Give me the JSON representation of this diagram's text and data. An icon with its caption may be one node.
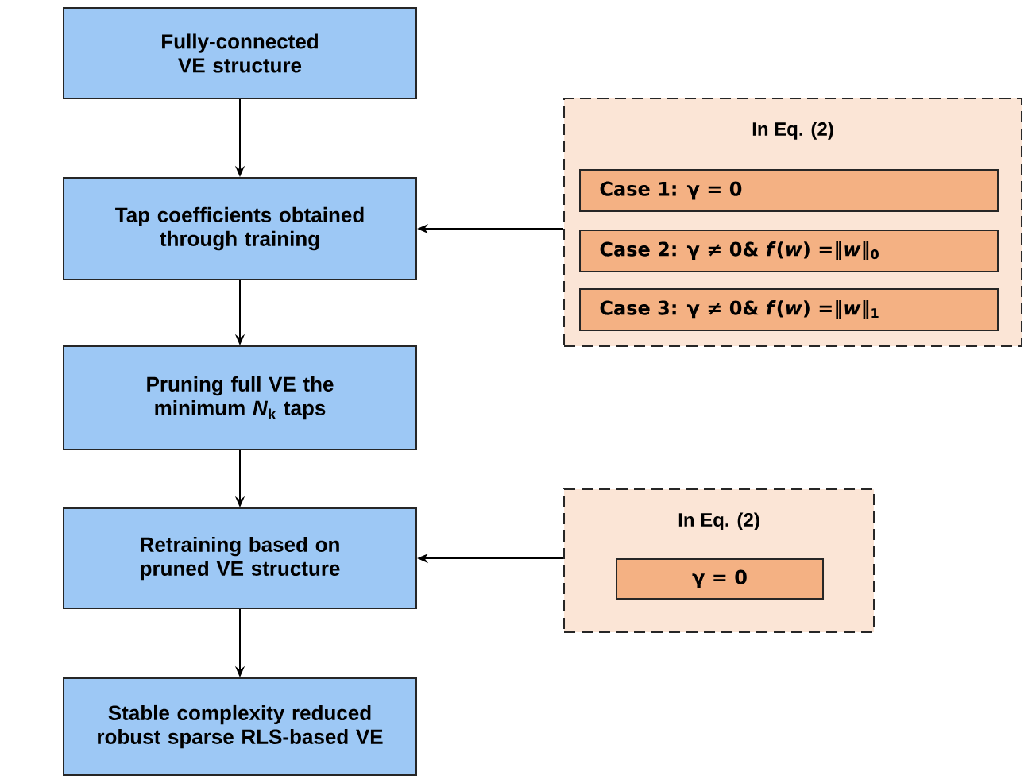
{
  "diagram": {
    "nodes": [
      {
        "text": [
          "Fully-connected VE structure"
        ]
      },
      {
        "text": [
          "Tap coefficients obtained through training"
        ]
      },
      {
        "text": [
          "Pruning full VE the minimum *N*$_{k}$ taps"
        ]
      },
      {
        "text": [
          "Retraining based on pruned VE structure"
        ]
      },
      {
        "text": [
          "Stable complexity reduced robust sparse RLS-based VE"
        ]
      },
      {
        "text": [
          "In Eq. (2)"
        ]
      },
      {
        "text": [
          "Case 1: γ = 0"
        ],
        "in": 5
      },
      {
        "text": [
          "Case 2: γ ≠ 0& *f*(*w*) =‖*w*‖$_{0}$"
        ],
        "in": 5
      },
      {
        "text": [
          "Case 3: γ ≠ 0& *f*(*w*) =‖*w*‖$_{1}$"
        ],
        "in": 5
      },
      {
        "text": [
          "In Eq. (2)"
        ]
      },
      {
        "text": [
          "γ = 0"
        ],
        "in": 9
      }
    ],
    "edges": [
      {
        "from": 0,
        "to": 1,
        "arrow": "to"
      },
      {
        "from": 1,
        "to": 2,
        "arrow": "to"
      },
      {
        "from": 2,
        "to": 3,
        "arrow": "to"
      },
      {
        "from": 3,
        "to": 4,
        "arrow": "to"
      },
      {
        "from": 5,
        "to": 1,
        "arrow": "to"
      },
      {
        "from": 9,
        "to": 3,
        "arrow": "to"
      }
    ]
  }
}
